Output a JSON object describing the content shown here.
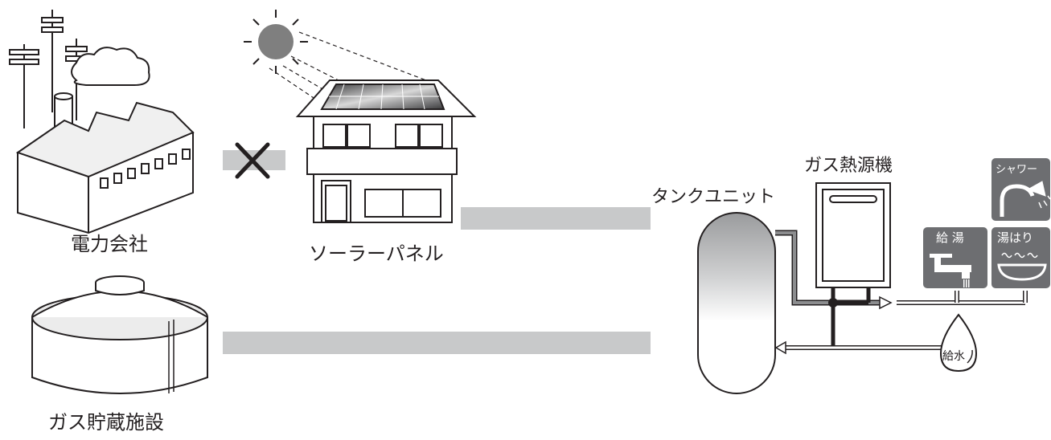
{
  "labels": {
    "power_company": "電力会社",
    "solar_panel": "ソーラーパネル",
    "gas_storage": "ガス貯蔵施設",
    "tank_unit": "タンクユニット",
    "gas_heat_source": "ガス熱源機",
    "shower": "シャワー",
    "hot_water_supply": "給 湯",
    "bath_fill": "湯はり",
    "water_supply": "給水"
  },
  "colors": {
    "line": "#231f20",
    "panel_gray": "#6d6e71",
    "connector_gray": "#c8c9ca",
    "outline": "#231f20"
  }
}
